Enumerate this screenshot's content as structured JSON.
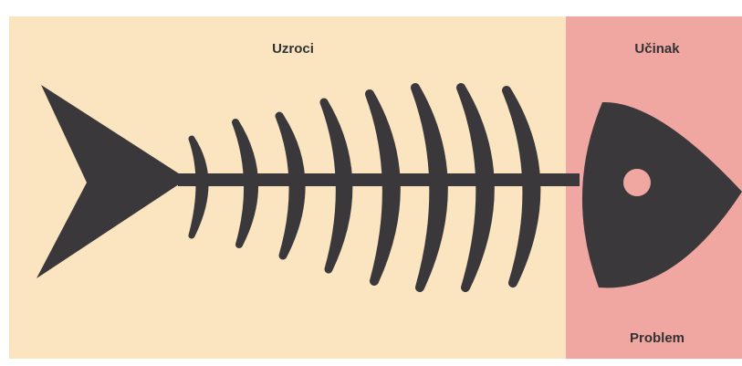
{
  "diagram": {
    "causes_label": "Uzroci",
    "effect_label": "Učinak",
    "problem_label": "Problem",
    "colors": {
      "causes_bg": "#fae5c0",
      "effect_bg": "#f1a7a1",
      "fish": "#3b383b",
      "eye": "#f1a7a1"
    }
  }
}
